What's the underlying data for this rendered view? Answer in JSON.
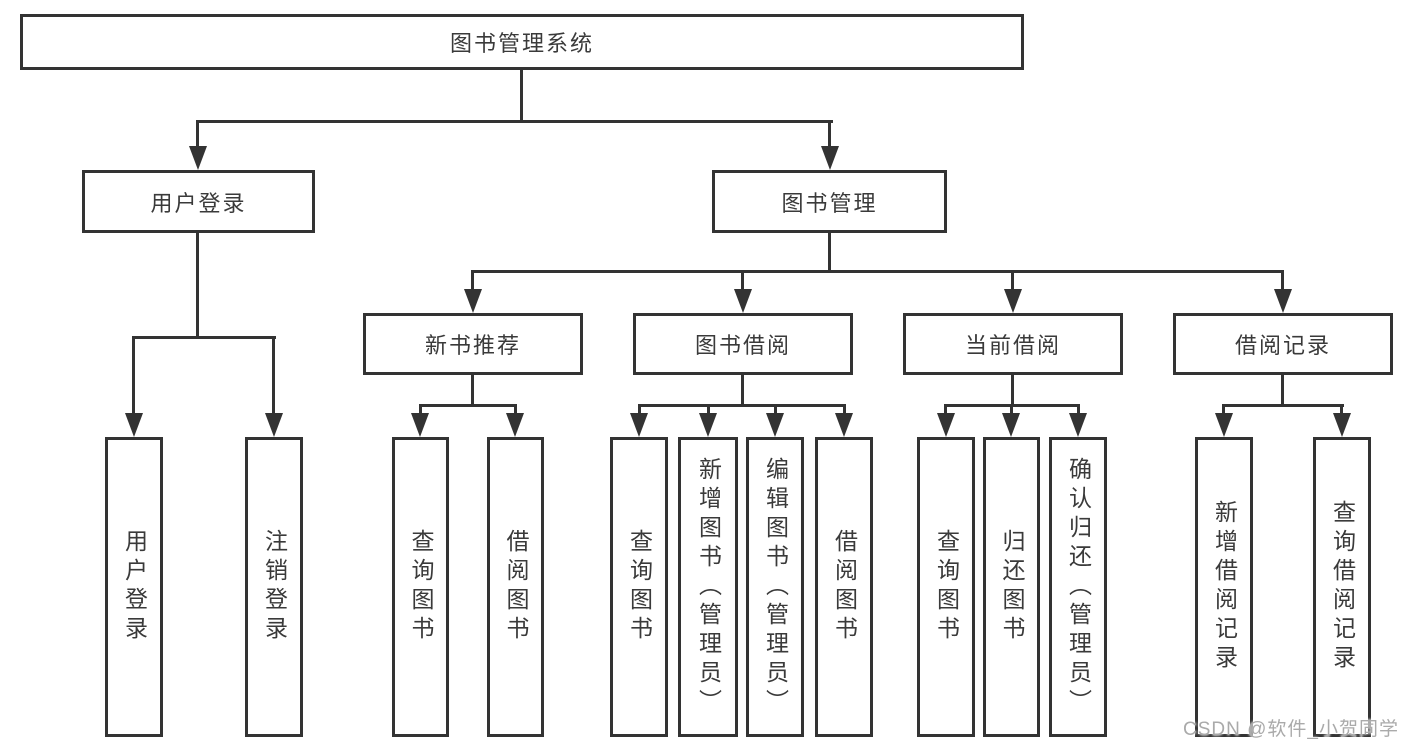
{
  "diagram": {
    "title_node": {
      "label": "图书管理系统"
    },
    "level2": [
      {
        "label": "用户登录"
      },
      {
        "label": "图书管理"
      }
    ],
    "level3": [
      {
        "label": "新书推荐"
      },
      {
        "label": "图书借阅"
      },
      {
        "label": "当前借阅"
      },
      {
        "label": "借阅记录"
      }
    ],
    "leaves": [
      {
        "label": "用户登录"
      },
      {
        "label": "注销登录"
      },
      {
        "label": "查询图书"
      },
      {
        "label": "借阅图书"
      },
      {
        "label": "查询图书"
      },
      {
        "label": "新增图书（管理员）"
      },
      {
        "label": "编辑图书（管理员）"
      },
      {
        "label": "借阅图书"
      },
      {
        "label": "查询图书"
      },
      {
        "label": "归还图书"
      },
      {
        "label": "确认归还（管理员）"
      },
      {
        "label": "新增借阅记录"
      },
      {
        "label": "查询借阅记录"
      }
    ],
    "colors": {
      "line": "#333333",
      "text": "#3a3a3a",
      "background": "#ffffff",
      "watermark": "#aaaaaa"
    }
  },
  "watermark": {
    "text": "CSDN @软件_小贺同学"
  }
}
